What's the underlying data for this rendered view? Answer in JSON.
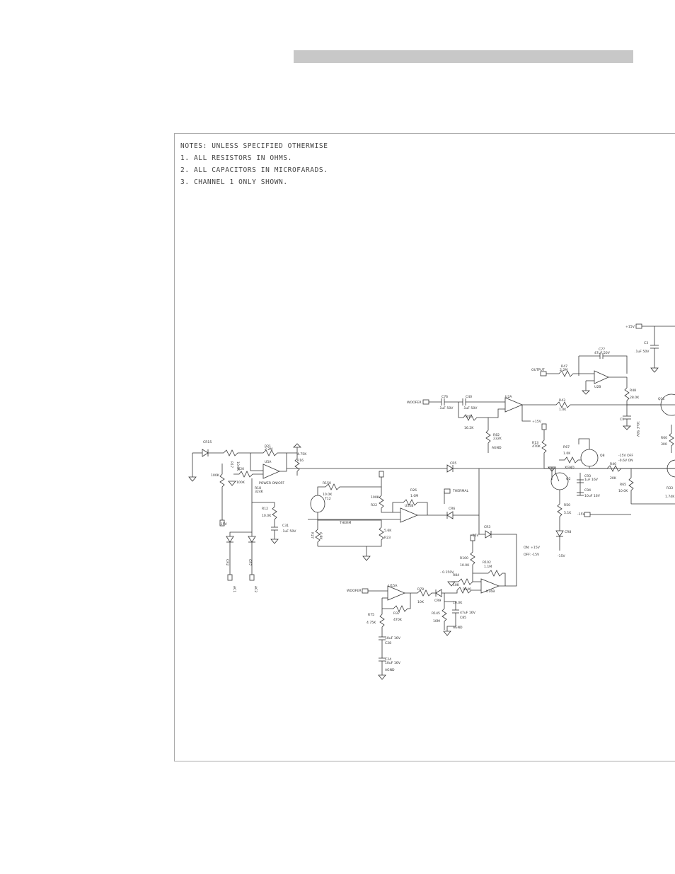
{
  "notes": {
    "title": "NOTES: UNLESS SPECIFIED OTHERWISE",
    "line1": "1. ALL RESISTORS IN OHMS.",
    "line2": "2. ALL CAPACITORS IN MICROFARADS.",
    "line3": "3.  CHANNEL 1 ONLY SHOWN."
  },
  "labels": {
    "p15v": "+15V",
    "c3": "C3",
    "c3v": ".1uF 50V",
    "c77": "C77",
    "c77v": "47uF 50V",
    "output": "OUTPUT",
    "r47": "R47",
    "r47v": "2.2M",
    "u2b": "U2B",
    "r48": "R48",
    "r48v": "28.0K",
    "c1": "C1",
    "c1v": "10uF 50V",
    "q11": "Q11",
    "r60": "R60",
    "r60v": "300",
    "woofer_a": "WOOFER",
    "c76": "C76",
    "c76v": ".1uF 50V",
    "c40": "C40",
    "c40v": ".1uF 50V",
    "r44": "R44",
    "r44v": "16.2K",
    "u2a": "U2A",
    "r43": "R43",
    "r43v": "1.0K",
    "r82": "R82",
    "r82v": "232K",
    "agnd": "AGND",
    "p15v_b": "+15V",
    "r13": "R13",
    "r13v": "470K",
    "r67": "R67",
    "r67v": "1.0K",
    "xgnd": "XGND",
    "q8": "Q8",
    "off_txt": "-15V OFF",
    "on_txt": "-0.6V ON",
    "c93": "C93",
    "c93v": "1uF 16V",
    "c94": "C94",
    "c94v": "10uF 16V",
    "r40": "R40",
    "r40v": "20K",
    "r65": "R65",
    "r65v": "10.0K",
    "q2": "Q2",
    "r50": "R50",
    "r50v": "5.1K",
    "m15v": "-15V",
    "cr8": "CR8",
    "m15v_b": "-15V",
    "r33": "R33",
    "r33v": "1.74K",
    "cr15": "CR15",
    "r21": "R21",
    "r21v": "2.2M",
    "r17": "R17",
    "r17v": "10.0K",
    "r20": "R20",
    "r20v": "100K",
    "u5a": "U5A",
    "r16": "R16",
    "r16v": "4.75K",
    "power": "POWER ON/OFF",
    "r100k": "100K",
    "r18": "R18",
    "r18v": "324K",
    "r12": "R12",
    "r12v": "10.0K",
    "c31": "C31",
    "c31v": ".1uF 50V",
    "m15v_c": "-15V",
    "cr2": "CR2",
    "cr7": "CR7",
    "ac1": "AC1",
    "ac2": "AC2",
    "cr5": "CR5",
    "r150": "R150",
    "r150v": "10.0K",
    "t12": "T12",
    "r26": "R26",
    "r26v": "1.0M",
    "u15b": "U15B",
    "thermal": "THERMAL",
    "r22": "R22",
    "r22v": "100K",
    "cr6": "CR6",
    "therm": "THERM",
    "r27": "R27",
    "r27v": "6.8K",
    "r23": "R23",
    "r23v": "5.6K",
    "cr3": "CR3",
    "m15v_d": "-15V",
    "r100": "R100",
    "r100v": "10.0K",
    "r102": "R102",
    "r102v": "1.1M",
    "volt": "- 0.150V",
    "r84": "R84",
    "r84v": "10K",
    "r140": "R140",
    "r140v": "10.0K",
    "u15a": "U15A",
    "u16b": "U16B",
    "woofer_b": "WOOFER",
    "r78": "R78",
    "r78v": "10K",
    "r37": "R37",
    "r37v": "470K",
    "cr9": "CR9",
    "r145": "R145",
    "r145v": "10M",
    "c85": "C85",
    "c85v": "47uF 16V",
    "agnd_b": "AGND",
    "r75": "R75",
    "r75v": "4.75K",
    "c28": "C28",
    "c28v": "10uF 16V",
    "c24": "C24",
    "c24v": "10uF 16V",
    "agnd_c": "AGND",
    "on15": "ON: +15V",
    "off15": "OFF: -15V"
  }
}
